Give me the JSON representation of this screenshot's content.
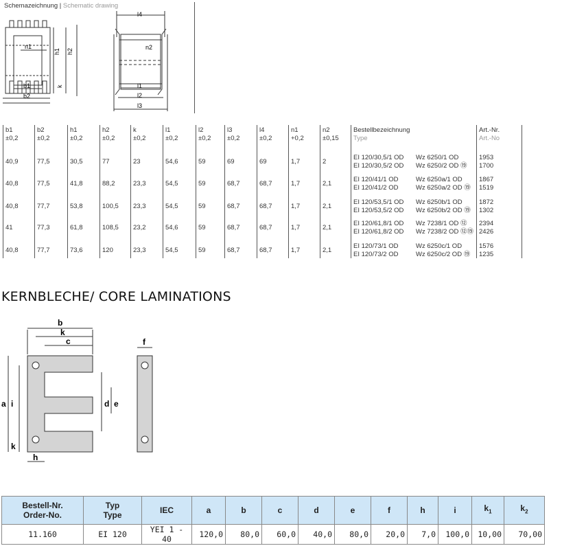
{
  "caption": {
    "de": "Schemazeichnung",
    "sep": " | ",
    "en": "Schematic drawing"
  },
  "drawing_labels": {
    "left": [
      "n1",
      "h1",
      "h2",
      "k",
      "b1",
      "b2"
    ],
    "right": [
      "l4",
      "n2",
      "l1",
      "l2",
      "l3"
    ]
  },
  "dim_table": {
    "columns": [
      {
        "name": "b1",
        "tol": "±0,2"
      },
      {
        "name": "b2",
        "tol": "±0,2"
      },
      {
        "name": "h1",
        "tol": "±0,2"
      },
      {
        "name": "h2",
        "tol": "±0,2"
      },
      {
        "name": "k",
        "tol": "±0,2"
      },
      {
        "name": "l1",
        "tol": "±0,2"
      },
      {
        "name": "l2",
        "tol": "±0,2"
      },
      {
        "name": "l3",
        "tol": "±0,2"
      },
      {
        "name": "l4",
        "tol": "±0,2"
      },
      {
        "name": "n1",
        "tol": "+0,2"
      },
      {
        "name": "n2",
        "tol": "±0,15"
      },
      {
        "name": "Bestellbezeichnung",
        "tol": "Type"
      },
      {
        "name": "Art.-Nr.",
        "tol": "Art.-No"
      }
    ],
    "rows": [
      {
        "vals": [
          "40,9",
          "77,5",
          "30,5",
          "77",
          "23",
          "54,6",
          "59",
          "69",
          "69",
          "1,7",
          "2"
        ],
        "types": [
          "EI 120/30,5/1 OD",
          "EI 120/30,5/2 OD"
        ],
        "wz": [
          "Wz 6250/1 OD",
          "Wz 6250/2 OD ⑲"
        ],
        "art": [
          "1953",
          "1700"
        ]
      },
      {
        "vals": [
          "40,8",
          "77,5",
          "41,8",
          "88,2",
          "23,3",
          "54,5",
          "59",
          "68,7",
          "68,7",
          "1,7",
          "2,1"
        ],
        "types": [
          "EI 120/41/1 OD",
          "EI 120/41/2 OD"
        ],
        "wz": [
          "Wz 6250a/1 OD",
          "Wz 6250a/2 OD ⑲"
        ],
        "art": [
          "1867",
          "1519"
        ]
      },
      {
        "vals": [
          "40,8",
          "77,7",
          "53,8",
          "100,5",
          "23,3",
          "54,5",
          "59",
          "68,7",
          "68,7",
          "1,7",
          "2,1"
        ],
        "types": [
          "EI 120/53,5/1 OD",
          "EI 120/53,5/2 OD"
        ],
        "wz": [
          "Wz 6250b/1 OD",
          "Wz 6250b/2 OD ⑲"
        ],
        "art": [
          "1872",
          "1302"
        ]
      },
      {
        "vals": [
          "41",
          "77,3",
          "61,8",
          "108,5",
          "23,2",
          "54,6",
          "59",
          "68,7",
          "68,7",
          "1,7",
          "2,1"
        ],
        "types": [
          "EI 120/61,8/1 OD",
          "EI 120/61,8/2 OD"
        ],
        "wz": [
          "Wz 7238/1 OD ⑫",
          "Wz 7238/2 OD ⑫⑲"
        ],
        "art": [
          "2394",
          "2426"
        ]
      },
      {
        "vals": [
          "40,8",
          "77,7",
          "73,6",
          "120",
          "23,3",
          "54,5",
          "59",
          "68,7",
          "68,7",
          "1,7",
          "2,1"
        ],
        "types": [
          "EI 120/73/1 OD",
          "EI 120/73/2 OD"
        ],
        "wz": [
          "Wz 6250c/1 OD",
          "Wz 6250c/2 OD ⑲"
        ],
        "art": [
          "1576",
          "1235"
        ]
      }
    ]
  },
  "heading": "KERNBLECHE/ CORE LAMINATIONS",
  "lamination_labels": [
    "b",
    "k",
    "c",
    "f",
    "a",
    "i",
    "d",
    "e",
    "k",
    "h"
  ],
  "order_table": {
    "headers": [
      "Bestell-Nr.\nOrder-No.",
      "Typ\nType",
      "IEC",
      "a",
      "b",
      "c",
      "d",
      "e",
      "f",
      "h",
      "i",
      "k1",
      "k2"
    ],
    "row": [
      "11.160",
      "EI 120",
      "YEI 1 - 40",
      "120,0",
      "80,0",
      "60,0",
      "40,0",
      "80,0",
      "20,0",
      "7,0",
      "100,0",
      "10,00",
      "70,00"
    ]
  },
  "colors": {
    "header_bg": "#cfe6f7",
    "lamination_fill": "#d4d4d4"
  }
}
